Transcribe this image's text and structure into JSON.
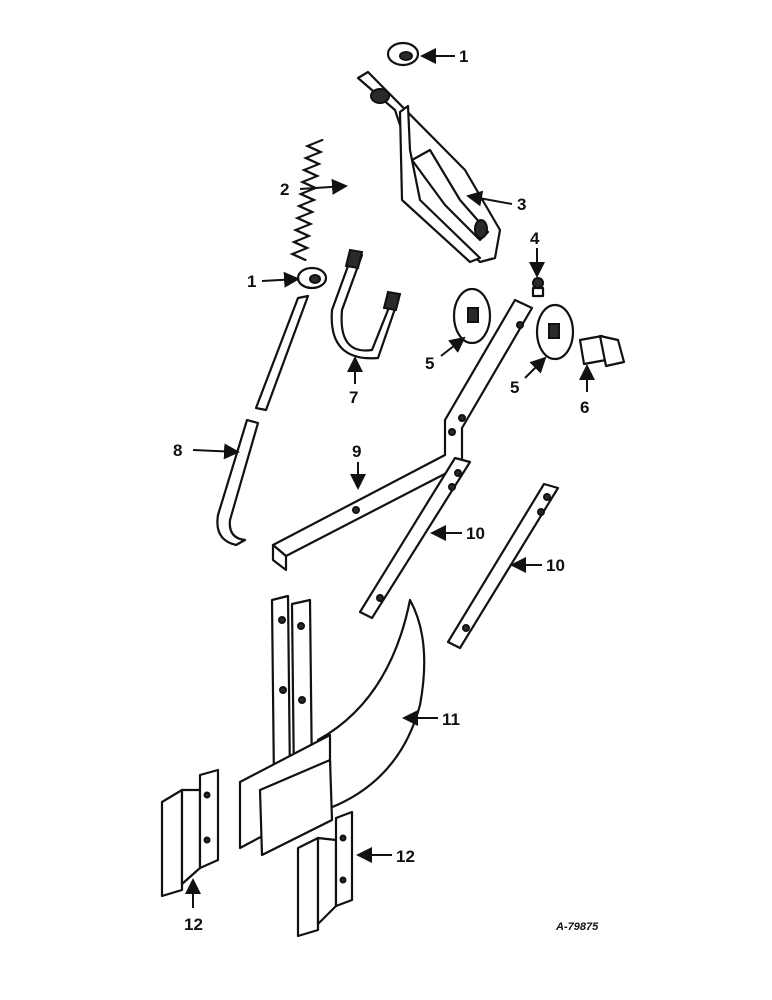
{
  "diagram": {
    "callouts": {
      "c1a": "1",
      "c1b": "1",
      "c2": "2",
      "c3": "3",
      "c4": "4",
      "c5a": "5",
      "c5b": "5",
      "c6": "6",
      "c7": "7",
      "c8": "8",
      "c9": "9",
      "c10a": "10",
      "c10b": "10",
      "c11": "11",
      "c12a": "12",
      "c12b": "12"
    },
    "reference_number": "A-79875"
  }
}
